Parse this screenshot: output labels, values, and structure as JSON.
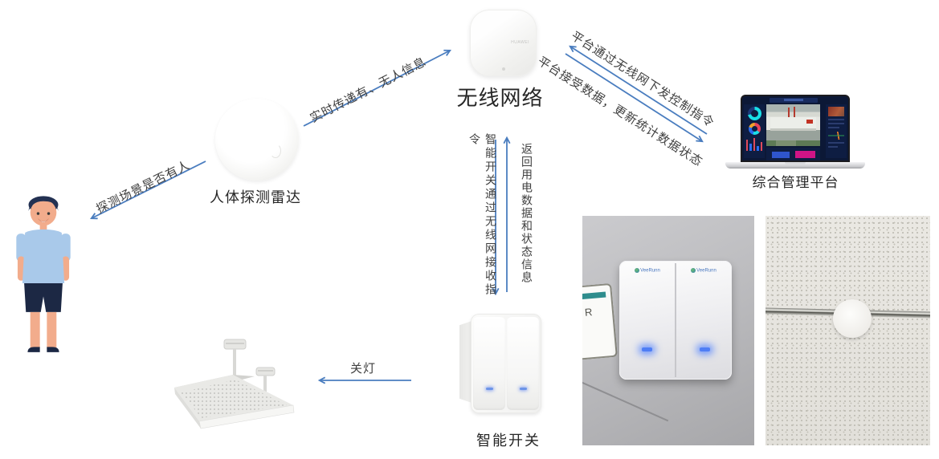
{
  "nodes": {
    "radar": {
      "label": "人体探测雷达"
    },
    "network": {
      "label": "无线网络",
      "brand": "HUAWEI"
    },
    "platform": {
      "label": "综合管理平台"
    },
    "switch": {
      "label": "智能开关"
    }
  },
  "edges": {
    "detect_person": "探测场景是否有人",
    "realtime_info": "实时传递有、无人信息",
    "cmd_down": "平台通过无线网下发控制指令",
    "data_update": "平台接受数据，更新统计数据状态",
    "switch_receive": "智能开关通过无线网接收指令",
    "switch_return": "返回用电数据和状态信息",
    "light_off": "关灯"
  },
  "photos": {
    "switch_brand": "VeeRunn",
    "partial_panel_text": "R"
  },
  "colors": {
    "arrow": "#4a7dbf",
    "text": "#3f3f3f"
  }
}
